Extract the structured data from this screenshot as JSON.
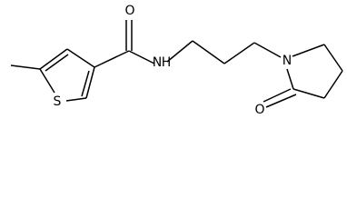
{
  "molecule": {
    "atom_labels": {
      "oxygen_amide": "O",
      "nitrogen_amide": "N",
      "hydrogen_amide": "H",
      "sulfur": "S",
      "nitrogen_ring": "N",
      "oxygen_lactam": "O"
    }
  }
}
